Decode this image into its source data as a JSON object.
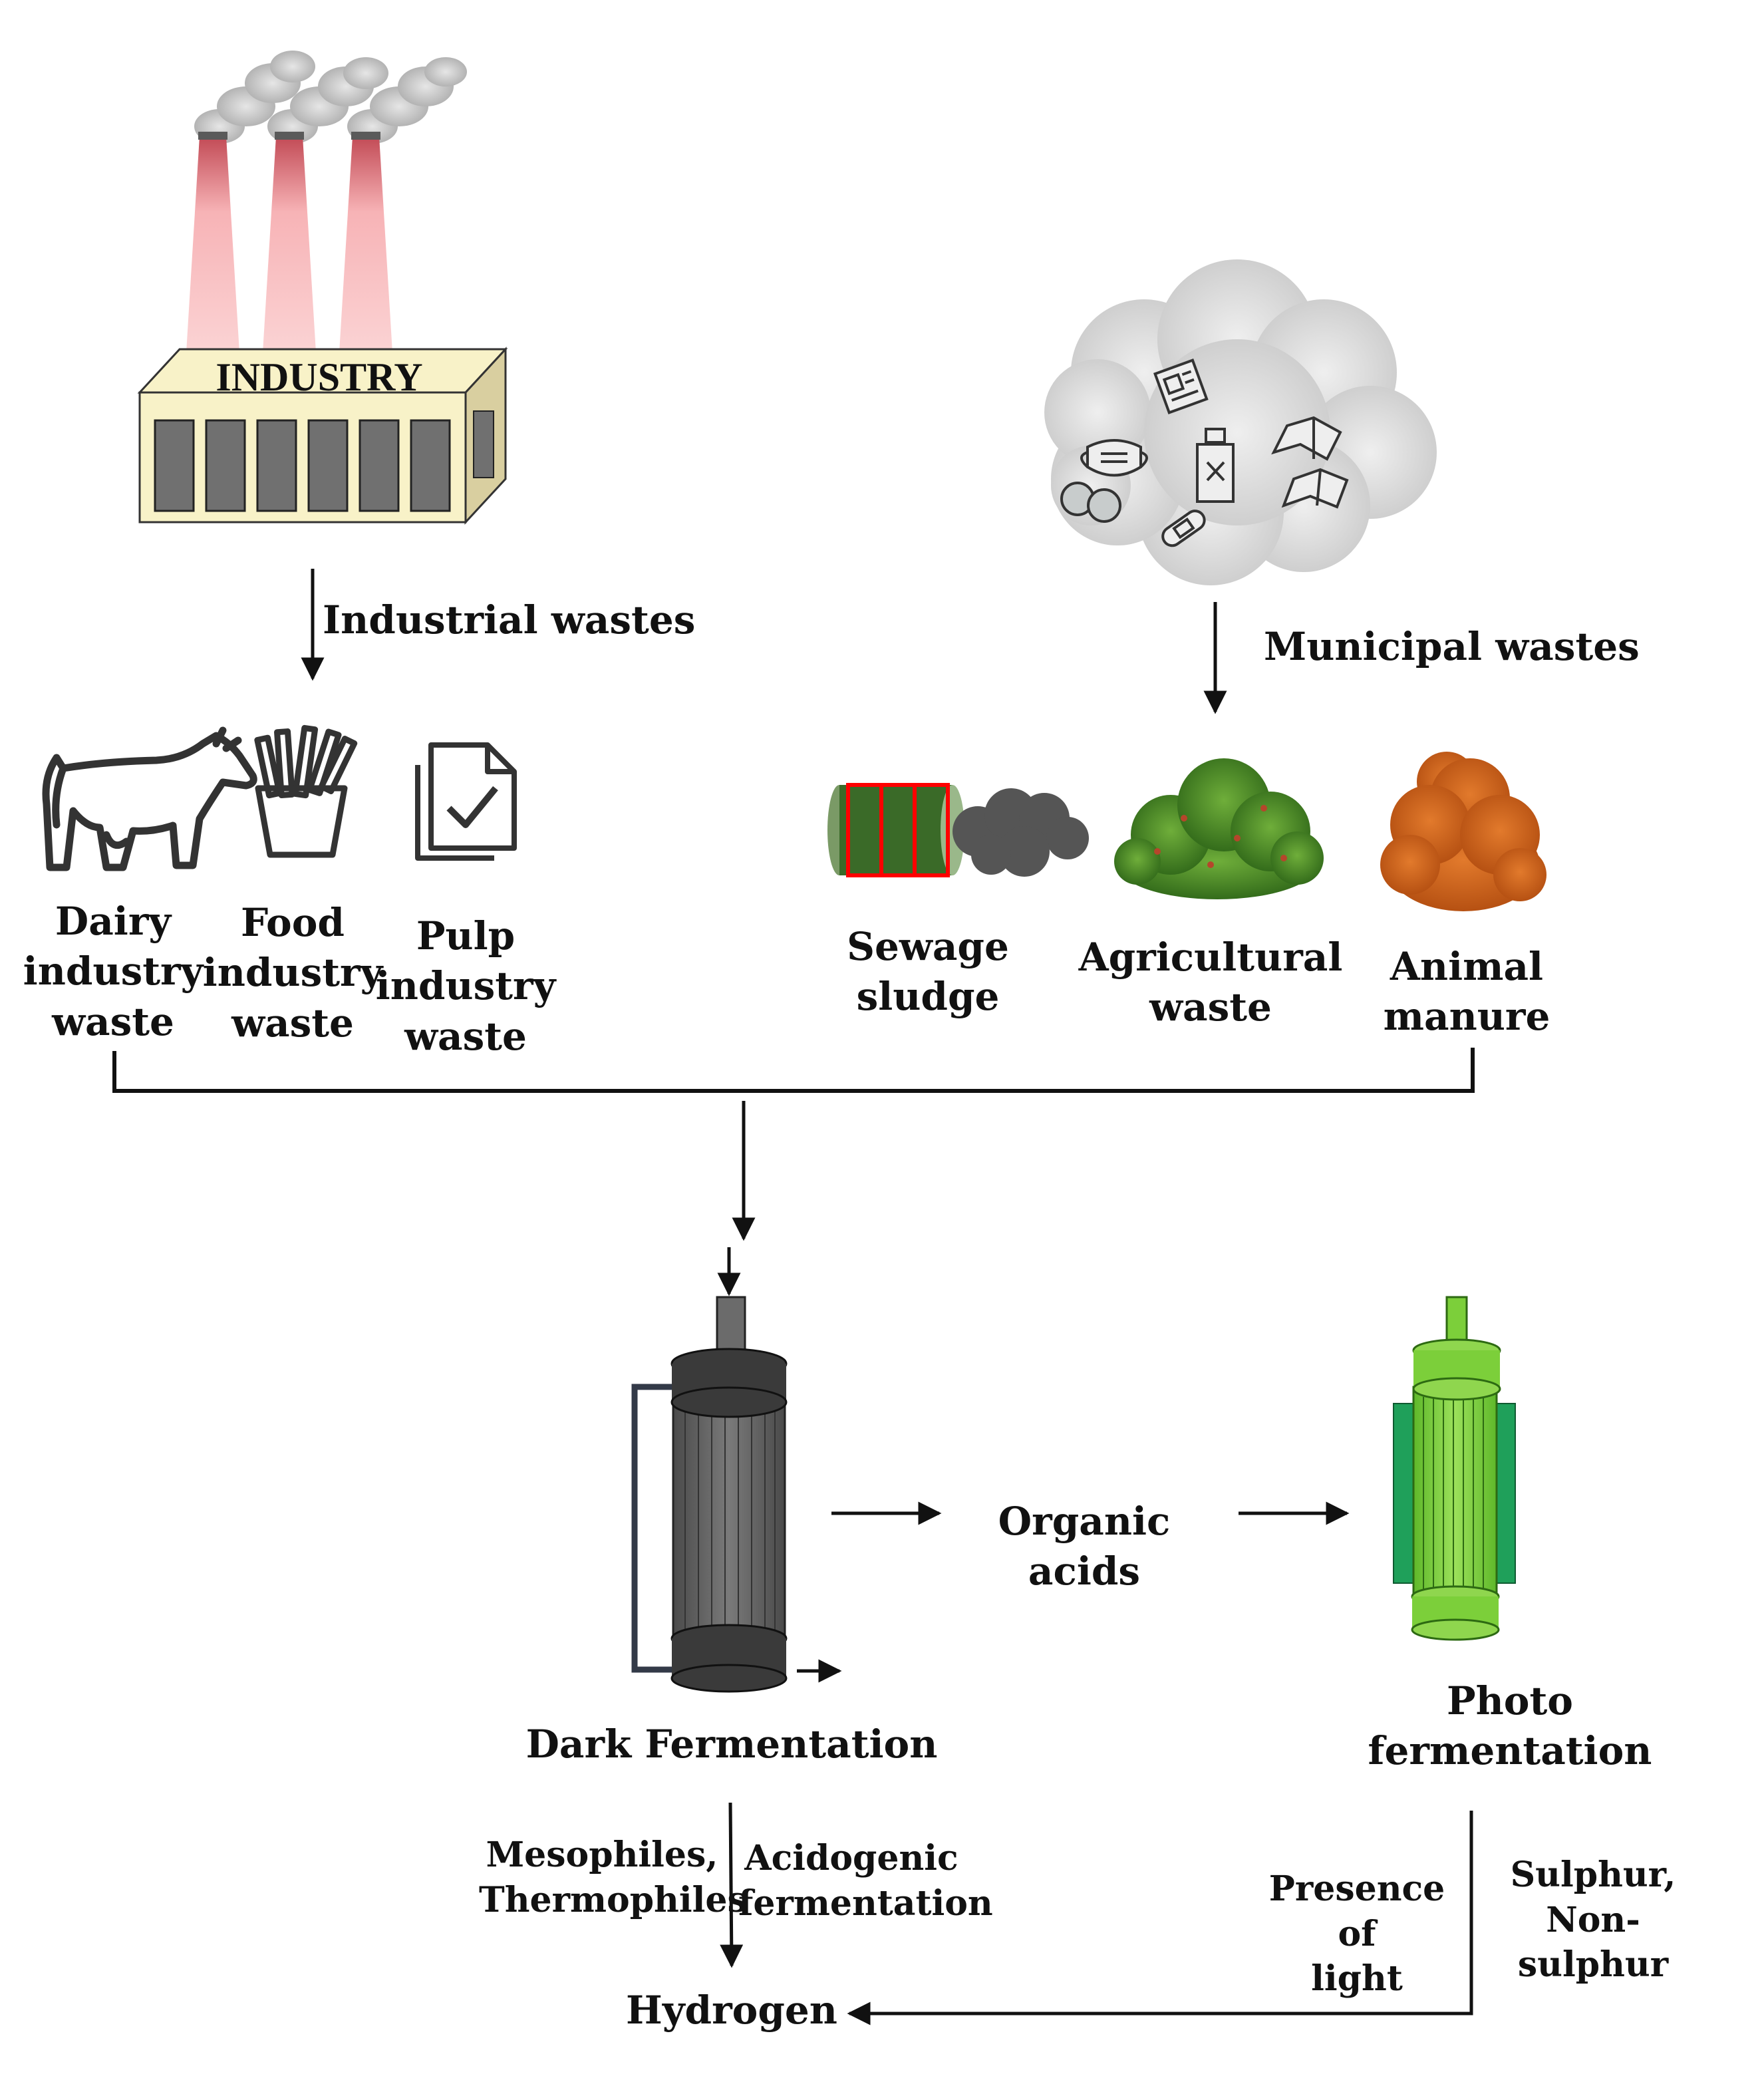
{
  "industry": {
    "sign": "INDUSTRY"
  },
  "arrows": {
    "industrial": "Industrial wastes",
    "municipal": "Municipal wastes"
  },
  "industrial_sources": [
    {
      "label": "Dairy\nindustry\nwaste",
      "icon": "cow-icon"
    },
    {
      "label": "Food\nindustry\nwaste",
      "icon": "fries-icon"
    },
    {
      "label": "Pulp\nindustry\nwaste",
      "icon": "document-check-icon"
    }
  ],
  "municipal_sources": [
    {
      "label": "Sewage\nsludge",
      "icon": "sludge-pipe-icon"
    },
    {
      "label": "Agricultural\nwaste",
      "icon": "green-pile-icon"
    },
    {
      "label": "Animal\nmanure",
      "icon": "manure-pile-icon"
    }
  ],
  "reactors": {
    "dark": "Dark Fermentation",
    "photo": "Photo\nfermentation"
  },
  "intermediate": "Organic\nacids",
  "product": "Hydrogen",
  "conditions": {
    "dark_left": "Mesophiles,\nThermophiles",
    "dark_right": "Acidogenic\nfermentation",
    "photo_left": "Presence of\nlight",
    "photo_right": "Sulphur,\nNon- sulphur"
  },
  "colors": {
    "smoke": "#c8c8c8",
    "chimney": "#f5a5a8",
    "building": "#f8f2c8",
    "dark_reactor": "#555555",
    "photo_reactor": "#7ccf3a",
    "photo_panel": "#1fa05a",
    "agri": "#4f8e2a",
    "manure": "#cc5e18",
    "sludge_pipe": "#3a6a28",
    "sludge_band": "#ff0000"
  }
}
